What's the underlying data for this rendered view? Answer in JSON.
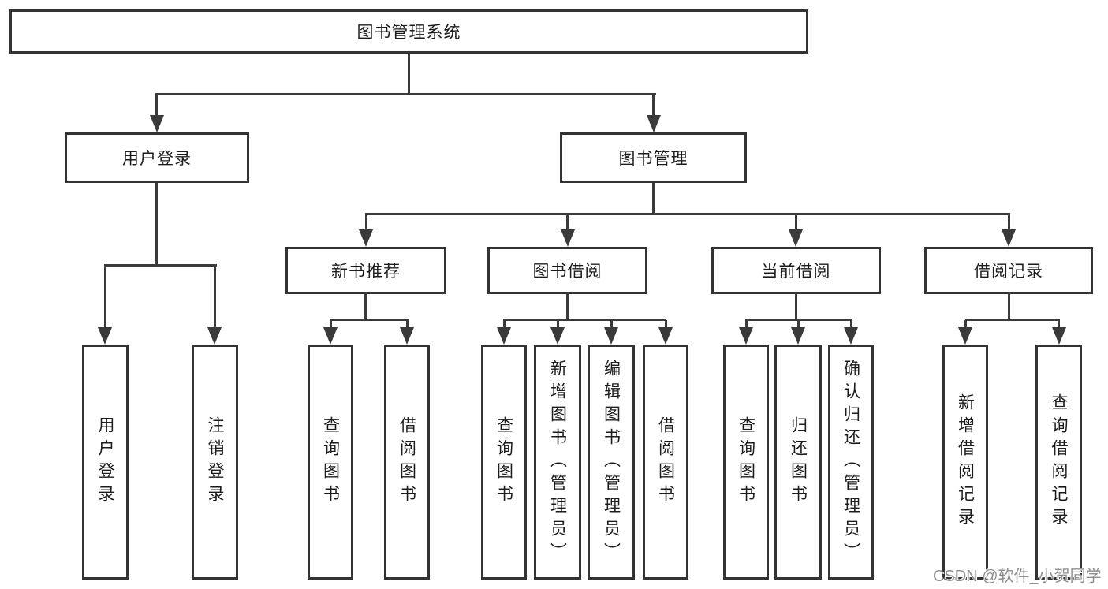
{
  "colors": {
    "background": "#ffffff",
    "line": "#3a3a3a",
    "box_border": "#333333",
    "text": "#1c1c1c",
    "watermark": "#8f8f8f"
  },
  "watermark": {
    "text": "CSDN @软件_小贺同学"
  },
  "tree": {
    "label": "图书管理系统",
    "children": [
      {
        "label": "用户登录",
        "children": [
          {
            "label": "用户登录"
          },
          {
            "label": "注销登录"
          }
        ]
      },
      {
        "label": "图书管理",
        "children": [
          {
            "label": "新书推荐",
            "children": [
              {
                "label": "查询图书"
              },
              {
                "label": "借阅图书"
              }
            ]
          },
          {
            "label": "图书借阅",
            "children": [
              {
                "label": "查询图书"
              },
              {
                "label": "新增图书（管理员）"
              },
              {
                "label": "编辑图书（管理员）"
              },
              {
                "label": "借阅图书"
              }
            ]
          },
          {
            "label": "当前借阅",
            "children": [
              {
                "label": "查询图书"
              },
              {
                "label": "归还图书"
              },
              {
                "label": "确认归还（管理员）"
              }
            ]
          },
          {
            "label": "借阅记录",
            "children": [
              {
                "label": "新增借阅记录"
              },
              {
                "label": "查询借阅记录"
              }
            ]
          }
        ]
      }
    ]
  }
}
